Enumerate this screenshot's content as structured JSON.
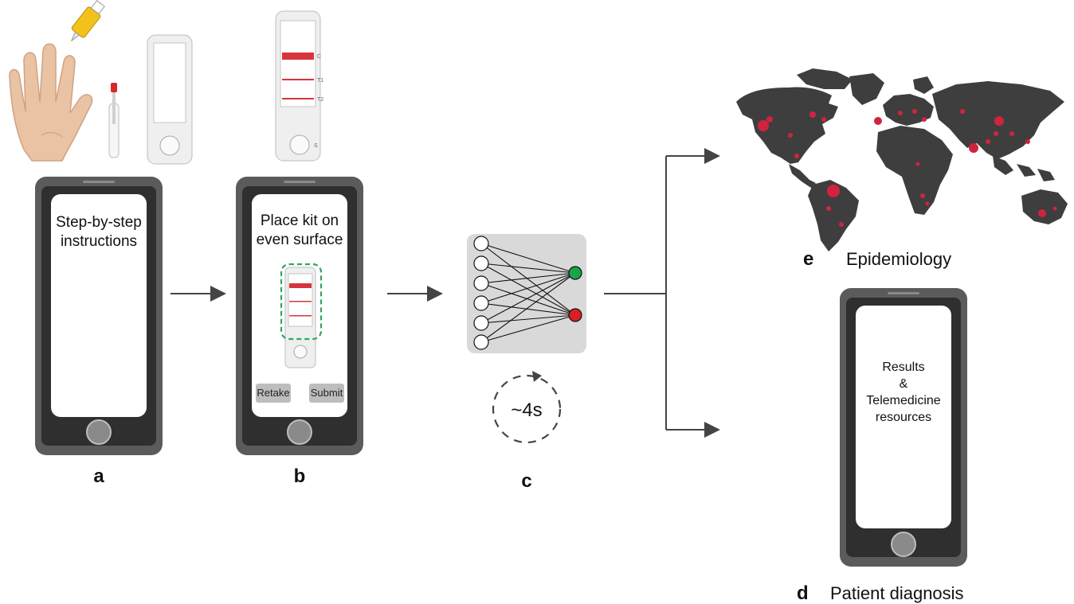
{
  "panels": {
    "a": {
      "letter": "a",
      "screen_lines": [
        "Step-by-step",
        "instructions"
      ]
    },
    "b": {
      "letter": "b",
      "screen_lines": [
        "Place kit on",
        "even surface"
      ],
      "retake_label": "Retake",
      "submit_label": "Submit"
    },
    "c": {
      "letter": "c",
      "timer_label": "~4s"
    },
    "d": {
      "letter": "d",
      "caption": "Patient diagnosis",
      "screen_lines": [
        "Results",
        "&",
        "Telemedicine",
        "resources"
      ]
    },
    "e": {
      "letter": "e",
      "caption": "Epidemiology"
    }
  },
  "kit_marks": {
    "c": "C",
    "t1": "T1",
    "t2": "T2",
    "s": "S"
  },
  "colors": {
    "phone_body": "#5b5b5b",
    "phone_screen": "#ffffff",
    "phone_bezel": "#2f2f2f",
    "test_line": "#d8343d",
    "node_positive": "#d81f26",
    "node_negative": "#1aa34a",
    "map_land": "#3e3e3e",
    "hotspot": "#d1233f",
    "network_bg": "#d9d9d9",
    "dash_green": "#2fa85a"
  }
}
